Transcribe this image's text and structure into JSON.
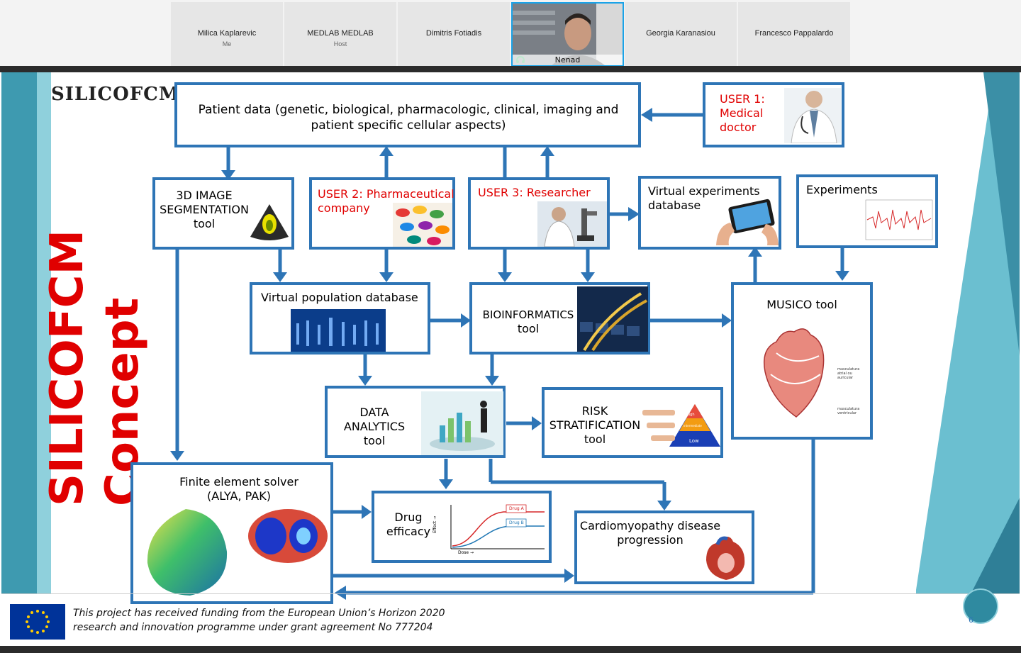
{
  "participants": [
    {
      "name": "Milica Kaplarevic",
      "role": "Me"
    },
    {
      "name": "MEDLAB MEDLAB",
      "role": "Host"
    },
    {
      "name": "Dimitris Fotiadis",
      "role": ""
    },
    {
      "name": "Nenad",
      "role": ""
    },
    {
      "name": "Georgia Karanasiou",
      "role": ""
    },
    {
      "name": "Francesco Pappalardo",
      "role": ""
    }
  ],
  "colors": {
    "accent": "#2e75b6",
    "red": "#e00000",
    "teal": "#4aa7b6",
    "active_speaker": "#1aa3e8"
  },
  "slide": {
    "logo": "SILICOFCM",
    "vertical_title": [
      "SILICOFCM",
      "Concept"
    ],
    "boxes": {
      "patient_data": "Patient data (genetic, biological, pharmacologic, clinical, imaging and patient specific cellular aspects)",
      "user1": [
        "USER 1:",
        "Medical",
        "doctor"
      ],
      "segmentation": [
        "3D IMAGE",
        "SEGMENTATION",
        "tool"
      ],
      "user2": [
        "USER 2: Pharmaceutical",
        "company"
      ],
      "user3": "USER 3: Researcher",
      "virtual_experiments": [
        "Virtual experiments",
        "database"
      ],
      "experiments": "Experiments",
      "virtual_population": "Virtual population database",
      "bioinformatics": [
        "BIOINFORMATICS",
        "tool"
      ],
      "musico": "MUSICO tool",
      "data_analytics": [
        "DATA",
        "ANALYTICS",
        "tool"
      ],
      "risk": [
        "RISK",
        "STRATIFICATION",
        "tool"
      ],
      "finite_element": [
        "Finite element solver",
        "(ALYA, PAK)"
      ],
      "drug_efficacy": [
        "Drug",
        "efficacy"
      ],
      "cardiomyopathy": [
        "Cardiomyopathy disease",
        "progression"
      ]
    },
    "drug_chart": {
      "series": [
        "Drug A",
        "Drug B"
      ],
      "xlabel": "Dose →",
      "ylabel": "Effect →"
    },
    "risk_pyramid": [
      "High",
      "Intermediate",
      "Low"
    ],
    "heart_labels": [
      "musculatura atrial ou auricular",
      "musculatura ventricular"
    ],
    "footer": [
      "This project has received funding from the European Union’s Horizon 2020",
      "research and innovation programme under grant agreement No 777204"
    ],
    "page_number": "6"
  }
}
